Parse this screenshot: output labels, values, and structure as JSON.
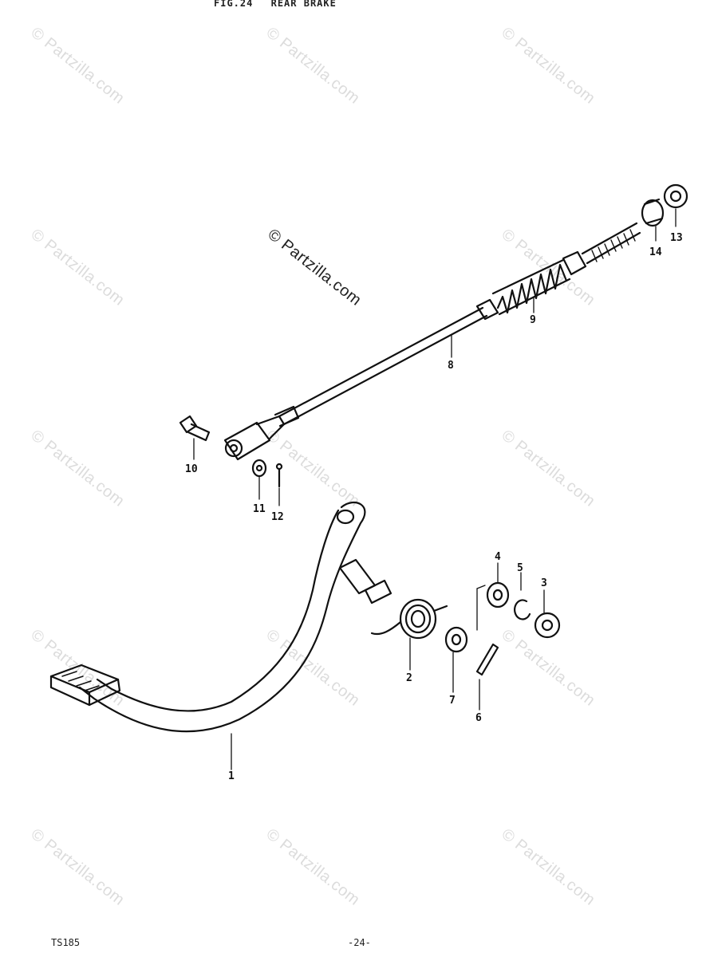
{
  "header": {
    "fig_label": "FIG.24",
    "title": "REAR BRAKE"
  },
  "watermark": {
    "text": "© Partzilla.com"
  },
  "callouts": [
    "1",
    "2",
    "3",
    "4",
    "5",
    "6",
    "7",
    "8",
    "9",
    "10",
    "11",
    "12",
    "13",
    "14"
  ],
  "footer": {
    "model": "TS185",
    "page": "-24-"
  }
}
